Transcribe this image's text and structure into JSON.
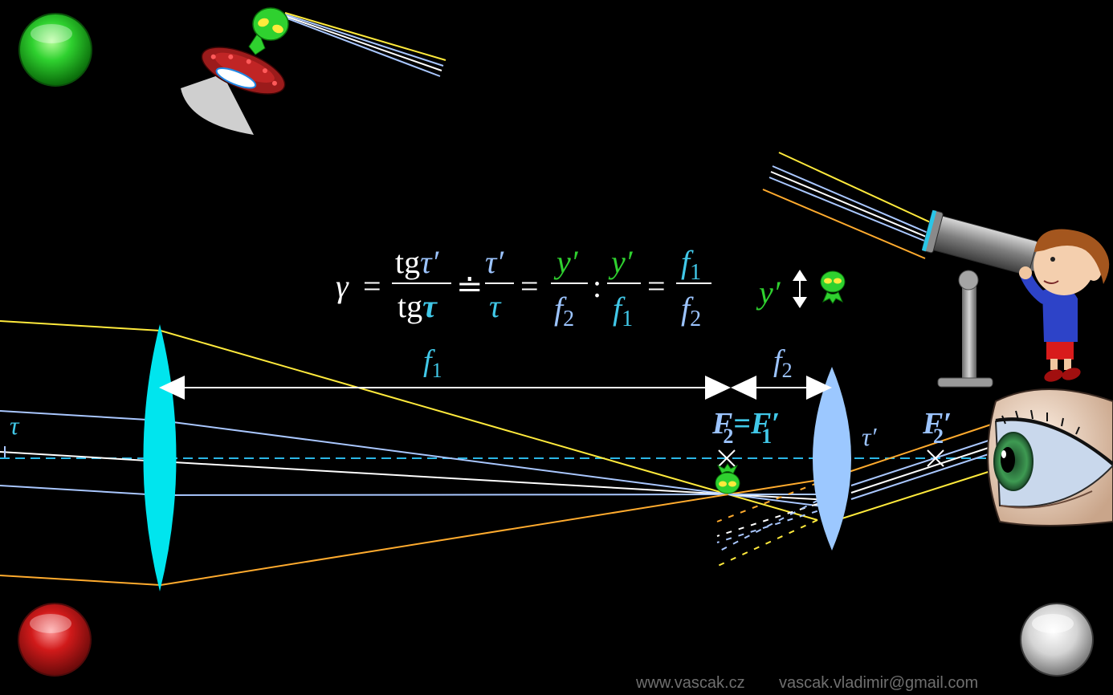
{
  "colors": {
    "background": "#000000",
    "objective_lens": "#00e5ee",
    "eyepiece_lens": "#9cc8ff",
    "ray_yellow": "#ffea3c",
    "ray_orange": "#ffab2e",
    "ray_blue": "#a9c7ff",
    "ray_white": "#ffffff",
    "axis": "#2bb7e6",
    "label_cyan": "#41c8e8",
    "label_lightblue": "#9cc4ff",
    "label_green": "#2fd12f",
    "footer": "#6f6f6f"
  },
  "formula": {
    "gamma": "γ",
    "eq": "=",
    "approx": "≐",
    "colon": ":",
    "tg": "tg",
    "tau": "τ",
    "tau_prime": "τ′",
    "y_prime": "y′",
    "f": "f",
    "sub1": "1",
    "sub2": "2"
  },
  "labels": {
    "f1_letter": "f",
    "f1_sub": "1",
    "f2_letter": "f",
    "f2_sub": "2",
    "focus_joint": "F",
    "focus_joint_sub_left": "2",
    "focus_joint_eq": "=",
    "focus_joint_right": "F′",
    "focus_joint_sub_right": "1",
    "focus_eye": "F′",
    "focus_eye_sub": "2",
    "tau_left": "τ",
    "tau_prime": "τ′",
    "image_height": "y′"
  },
  "buttons": {
    "start": "green",
    "stop": "red",
    "reset": "white"
  },
  "icons": {
    "alien": "alien-icon",
    "ufo": "ufo-icon",
    "telescope": "telescope-icon",
    "boy": "boy-icon",
    "eye": "eye-icon",
    "arrow": "double-arrow-icon"
  },
  "footer": {
    "website": "www.vascak.cz",
    "email": "vascak.vladimir@gmail.com"
  }
}
